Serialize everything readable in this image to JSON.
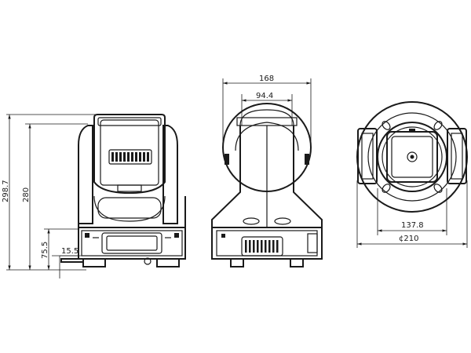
{
  "dimensions": {
    "height_total": "298.7",
    "height_280": "280",
    "height_base": "75.5",
    "height_foot": "15.5",
    "width_side": "168",
    "width_arm": "94.4",
    "lens_width": "137.8",
    "diameter": "¢210"
  }
}
